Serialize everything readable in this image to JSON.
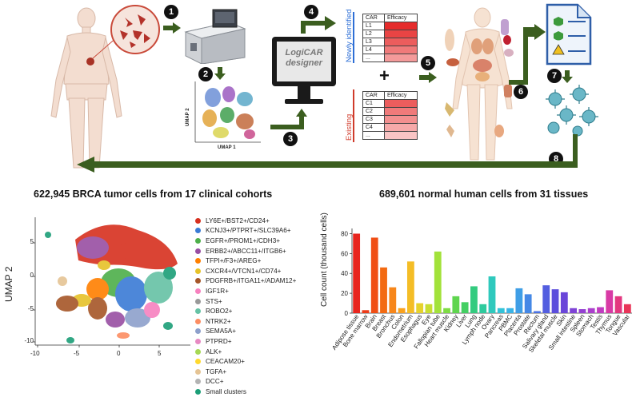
{
  "workflow": {
    "steps": [
      "1",
      "2",
      "3",
      "4",
      "5",
      "6",
      "7",
      "8"
    ],
    "designer_label_line1": "LogiCAR",
    "designer_label_line2": "designer",
    "umap_xlabel": "UMAP 1",
    "umap_ylabel": "UMAP 2",
    "newly_identified_label": "Newly identified",
    "existing_label": "Existing",
    "plus": "+",
    "table_new": {
      "headers": [
        "CAR",
        "Efficacy"
      ],
      "rows": [
        "L1",
        "L2",
        "L3",
        "L4",
        "..."
      ],
      "colors": [
        "#e52b2b",
        "#e94444",
        "#ec5d5d",
        "#f07a7a",
        "#f49a9a"
      ]
    },
    "table_existing": {
      "headers": [
        "CAR",
        "Efficacy"
      ],
      "rows": [
        "C1",
        "C2",
        "C3",
        "C4",
        "..."
      ],
      "colors": [
        "#ec5d5d",
        "#f07a7a",
        "#f38f8f",
        "#f6a9a9",
        "#f9c4c4"
      ]
    }
  },
  "left_panel": {
    "caption": "622,945 BRCA tumor cells from 17 clinical cohorts",
    "ylabel": "UMAP 2",
    "x_ticks": [
      "-10",
      "-5",
      "0",
      "5"
    ],
    "y_ticks": [
      "5",
      "0",
      "-5",
      "-10"
    ],
    "legend": [
      {
        "label": "LY6E+/BST2+/CD24+",
        "color": "#d7301f"
      },
      {
        "label": "KCNJ3+/PTPRT+/SLC39A6+",
        "color": "#3a7bd5"
      },
      {
        "label": "EGFR+/PROM1+/CDH3+",
        "color": "#4daf4a"
      },
      {
        "label": "ERBB2+/ABCC11+/ITGB6+",
        "color": "#984ea3"
      },
      {
        "label": "TFPI+/F3+/AREG+",
        "color": "#ff7f00"
      },
      {
        "label": "CXCR4+/VTCN1+/CD74+",
        "color": "#e6c229"
      },
      {
        "label": "PDGFRB+/ITGA11+/ADAM12+",
        "color": "#a65628"
      },
      {
        "label": "IGF1R+",
        "color": "#f781bf"
      },
      {
        "label": "STS+",
        "color": "#999999"
      },
      {
        "label": "ROBO2+",
        "color": "#66c2a5"
      },
      {
        "label": "NTRK2+",
        "color": "#fc8d62"
      },
      {
        "label": "SEMA5A+",
        "color": "#8da0cb"
      },
      {
        "label": "PTPRD+",
        "color": "#e78ac3"
      },
      {
        "label": "ALK+",
        "color": "#a6d854"
      },
      {
        "label": "CEACAM20+",
        "color": "#ffd92f"
      },
      {
        "label": "TGFA+",
        "color": "#e5c494"
      },
      {
        "label": "DCC+",
        "color": "#b3b3b3"
      },
      {
        "label": "Small clusters",
        "color": "#1b9e77"
      }
    ]
  },
  "right_panel": {
    "caption": "689,601 normal human cells from 31 tissues"
  },
  "chart_data": {
    "type": "bar",
    "ylabel": "Cell count (thousand cells)",
    "xlabel": "",
    "ylim": [
      0,
      82
    ],
    "y_ticks": [
      0,
      20,
      40,
      60,
      80
    ],
    "categories": [
      "Adipose tissue",
      "Bone marrow",
      "Brain",
      "Breast",
      "Bronchus",
      "Colon",
      "Endometrium",
      "Esophagus",
      "Eye",
      "Fallopian tube",
      "Heart muscle",
      "Kidney",
      "Liver",
      "Lung",
      "Lymph node",
      "Ovary",
      "Pancreas",
      "PBMC",
      "Placenta",
      "Prostate",
      "Rectum",
      "Salivary gland",
      "Skeletal muscle",
      "Skin",
      "Small intestine",
      "Spleen",
      "Stomach",
      "Testis",
      "Thymus",
      "Tongue",
      "Vascular"
    ],
    "values": [
      80,
      3,
      76,
      46,
      26,
      5,
      52,
      10,
      9,
      62,
      5,
      17,
      11,
      27,
      9,
      37,
      5,
      5,
      25,
      19,
      2,
      28,
      24,
      21,
      5,
      4,
      5,
      6,
      23,
      17,
      9
    ],
    "colors": [
      "#e8251e",
      "#ec3b19",
      "#f04e15",
      "#f36a12",
      "#f7861a",
      "#f9a21f",
      "#f4bd26",
      "#e6d22c",
      "#c8de31",
      "#a2e23a",
      "#7edc43",
      "#5fd54f",
      "#44cf63",
      "#33cb7f",
      "#2fcb9e",
      "#2fc9bd",
      "#33c3d8",
      "#39b4e6",
      "#3f9ee6",
      "#4588e6",
      "#4b72e4",
      "#535ee0",
      "#5b4ddc",
      "#6a46d9",
      "#7f43d6",
      "#9541d2",
      "#ab3fcc",
      "#c03cc0",
      "#d83aa5",
      "#e3377f",
      "#e83559"
    ]
  }
}
